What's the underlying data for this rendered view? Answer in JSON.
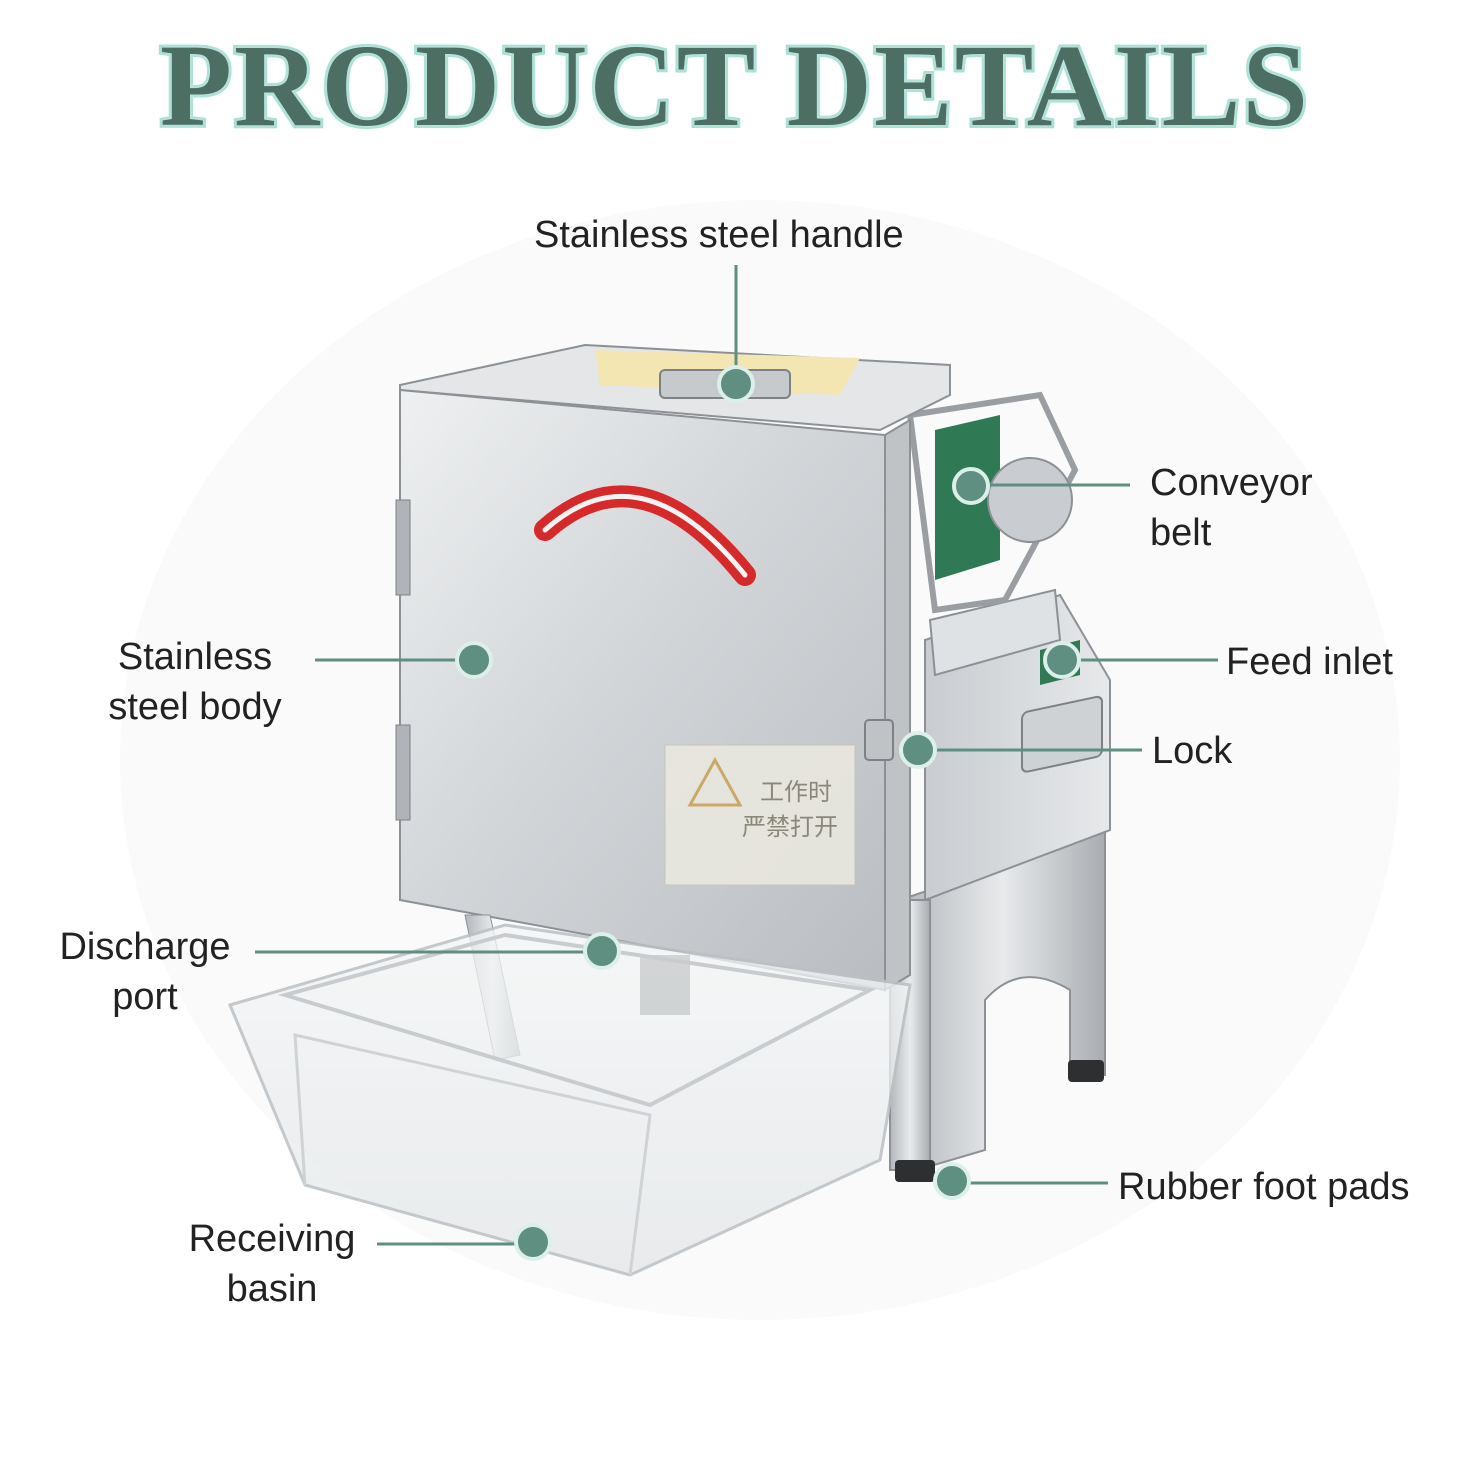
{
  "title": "PRODUCT DETAILS",
  "colors": {
    "title_fill": "#4d6e62",
    "title_outline": "#a8ddd3",
    "callout_dot": "#5e8f80",
    "callout_line": "#5e8f80",
    "arrow": "#d62a2a",
    "belt": "#2f7a55"
  },
  "callouts": [
    {
      "id": "handle",
      "label": "Stainless steel handle"
    },
    {
      "id": "conveyor",
      "label": "Conveyor\nbelt"
    },
    {
      "id": "body",
      "label": "Stainless\nsteel body"
    },
    {
      "id": "feed",
      "label": "Feed inlet"
    },
    {
      "id": "lock",
      "label": "Lock"
    },
    {
      "id": "discharge",
      "label": "Discharge\nport"
    },
    {
      "id": "foot",
      "label": "Rubber foot pads"
    },
    {
      "id": "basin",
      "label": "Receiving\nbasin"
    }
  ],
  "warning_sticker": {
    "line1": "工作时",
    "line2": "严禁打开"
  }
}
